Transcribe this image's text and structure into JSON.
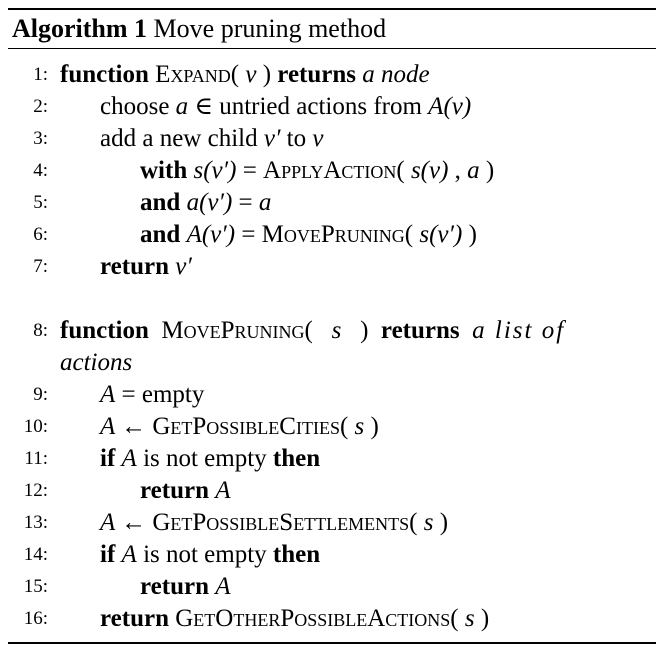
{
  "caption": {
    "label": "Algorithm 1",
    "title": "Move pruning method"
  },
  "lines": [
    {
      "num": "1:",
      "parts": [
        "function",
        "Expand(",
        "v",
        ")",
        "returns",
        "a node"
      ]
    },
    {
      "num": "2:",
      "parts": [
        "choose",
        "a ∈",
        "untried actions from",
        "A(v)"
      ]
    },
    {
      "num": "3:",
      "parts": [
        "add a new child",
        "v′",
        "to",
        "v"
      ]
    },
    {
      "num": "4:",
      "parts": [
        "with",
        "s(v′)",
        "=",
        "ApplyAction(",
        "s(v)",
        ",",
        "a",
        ")"
      ]
    },
    {
      "num": "5:",
      "parts": [
        "and",
        "a(v′)",
        "=",
        "a"
      ]
    },
    {
      "num": "6:",
      "parts": [
        "and",
        "A(v′)",
        "=",
        "MovePruning(",
        "s(v′)",
        ")"
      ]
    },
    {
      "num": "7:",
      "parts": [
        "return",
        "v′"
      ]
    },
    {
      "num": "8:",
      "parts": [
        "function",
        "MovePruning(",
        "s",
        ")",
        "returns",
        "a list of"
      ]
    },
    {
      "num": "",
      "parts": [
        "actions"
      ]
    },
    {
      "num": "9:",
      "parts": [
        "A",
        "= empty"
      ]
    },
    {
      "num": "10:",
      "parts": [
        "A ←",
        "GetPossibleCities(",
        "s",
        ")"
      ]
    },
    {
      "num": "11:",
      "parts": [
        "if",
        "A",
        "is not empty",
        "then"
      ]
    },
    {
      "num": "12:",
      "parts": [
        "return",
        "A"
      ]
    },
    {
      "num": "13:",
      "parts": [
        "A ←",
        "GetPossibleSettlements(",
        "s",
        ")"
      ]
    },
    {
      "num": "14:",
      "parts": [
        "if",
        "A",
        "is not empty",
        "then"
      ]
    },
    {
      "num": "15:",
      "parts": [
        "return",
        "A"
      ]
    },
    {
      "num": "16:",
      "parts": [
        "return",
        "GetOtherPossibleActions(",
        "s",
        ")"
      ]
    }
  ]
}
